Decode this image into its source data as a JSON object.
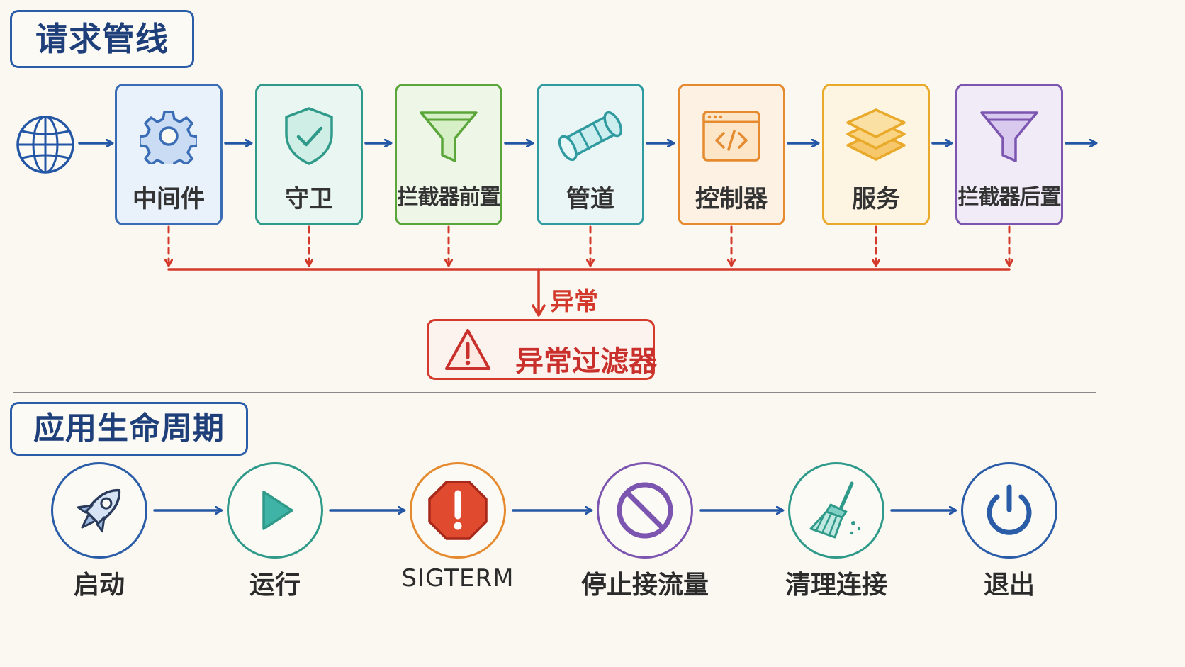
{
  "sections": {
    "pipeline_title": "请求管线",
    "lifecycle_title": "应用生命周期"
  },
  "pipeline": {
    "entry_icon": "globe-icon",
    "nodes": [
      {
        "label": "中间件",
        "icon": "gear-icon",
        "color": "#3a6db5",
        "bg": "#e9f1fb"
      },
      {
        "label": "守卫",
        "icon": "shield-check-icon",
        "color": "#2f9a8a",
        "bg": "#e9f6f1"
      },
      {
        "label": "拦截器前置",
        "icon": "funnel-icon",
        "color": "#5aa63a",
        "bg": "#eef7e7"
      },
      {
        "label": "管道",
        "icon": "pipe-icon",
        "color": "#2f9aa0",
        "bg": "#eaf6f5"
      },
      {
        "label": "控制器",
        "icon": "code-window-icon",
        "color": "#e58a2e",
        "bg": "#fdf1e4"
      },
      {
        "label": "服务",
        "icon": "layers-icon",
        "color": "#e9a92a",
        "bg": "#fdf5e1"
      },
      {
        "label": "拦截器后置",
        "icon": "funnel-icon",
        "color": "#7b55b0",
        "bg": "#f1ebf8"
      }
    ],
    "exception_label": "异常",
    "exception_filter": {
      "label": "异常过滤器",
      "icon": "warning-triangle-icon",
      "color": "#d33a2c"
    },
    "arrow_color": "#2456a6",
    "exception_color": "#d33a2c"
  },
  "lifecycle": {
    "steps": [
      {
        "label": "启动",
        "icon": "rocket-icon",
        "color": "#2a5ca8"
      },
      {
        "label": "运行",
        "icon": "play-icon",
        "color": "#2f9a8a"
      },
      {
        "label": "SIGTERM",
        "icon": "stop-sign-icon",
        "color": "#e58a2e"
      },
      {
        "label": "停止接流量",
        "icon": "no-entry-icon",
        "color": "#7b55b0"
      },
      {
        "label": "清理连接",
        "icon": "broom-icon",
        "color": "#2f9a8a"
      },
      {
        "label": "退出",
        "icon": "power-icon",
        "color": "#2a5ca8"
      }
    ]
  }
}
